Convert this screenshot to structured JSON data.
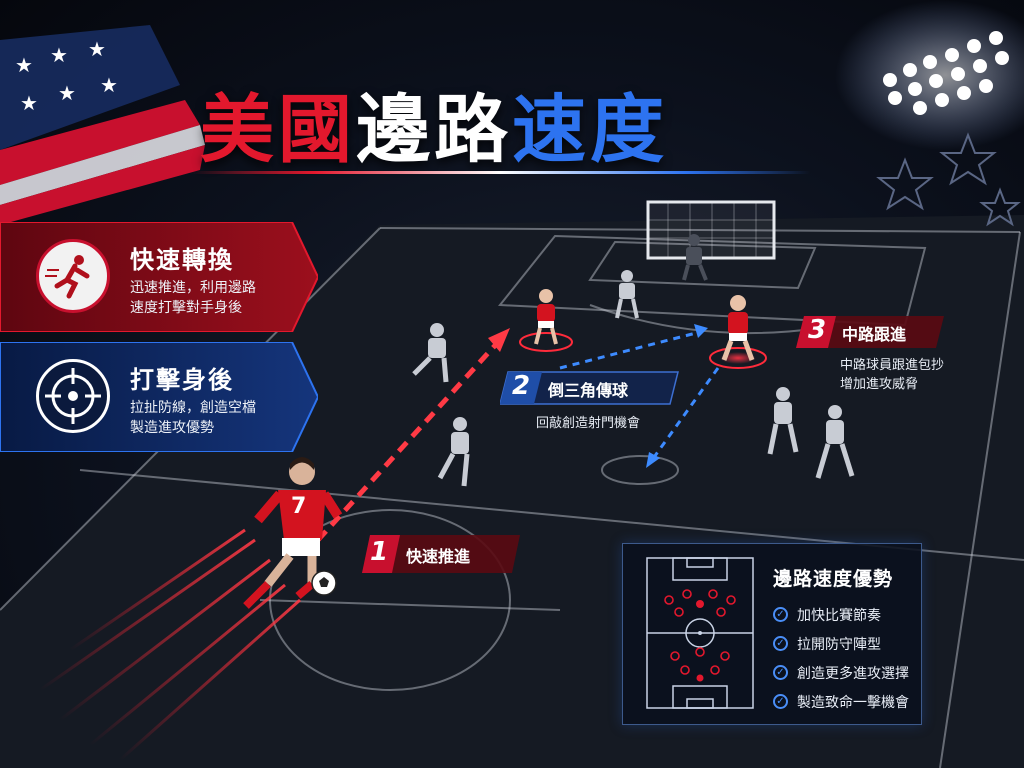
{
  "title": {
    "part1": "美國",
    "part2": "邊路",
    "part3": "速度"
  },
  "cards": [
    {
      "title": "快速轉換",
      "desc_line1": "迅速推進，利用邊路",
      "desc_line2": "速度打擊對手身後",
      "icon": "sprinting-player-icon",
      "accent": "#c8102e"
    },
    {
      "title": "打擊身後",
      "desc_line1": "拉扯防線，創造空檔",
      "desc_line2": "製造進攻優勢",
      "icon": "crosshair-target-icon",
      "accent": "#1f4ea8"
    }
  ],
  "callouts": [
    {
      "num": "1",
      "label": "快速推進",
      "sub": ""
    },
    {
      "num": "2",
      "label": "倒三角傳球",
      "sub": "回敲創造射門機會"
    },
    {
      "num": "3",
      "label": "中路跟進",
      "sub_line1": "中路球員跟進包抄",
      "sub_line2": "增加進攻威脅"
    }
  ],
  "player_number": "7",
  "panel": {
    "title": "邊路速度優勢",
    "items": [
      "加快比賽節奏",
      "拉開防守陣型",
      "創造更多進攻選擇",
      "製造致命一擊機會"
    ]
  },
  "colors": {
    "red": "#e3182d",
    "blue": "#2d73f0",
    "white": "#ffffff",
    "background": "#0c111d"
  }
}
